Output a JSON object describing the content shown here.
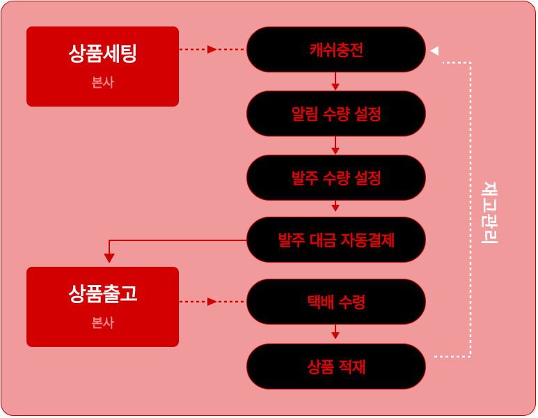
{
  "colors": {
    "panel_background": "#f19a9c",
    "accent_red": "#d20000",
    "pill_background": "#000000",
    "pill_text": "#e60000",
    "sub_text": "#ff8a8a",
    "return_arrow": "#ffffff"
  },
  "left": {
    "setting": {
      "title": "상품세팅",
      "subtitle": "본사"
    },
    "shipping": {
      "title": "상품출고",
      "subtitle": "본사"
    }
  },
  "steps": [
    "캐쉬충전",
    "알림 수량 설정",
    "발주 수량 설정",
    "발주 대금 자동결제",
    "택배 수령",
    "상품 적재"
  ],
  "side_label": "재고관리"
}
